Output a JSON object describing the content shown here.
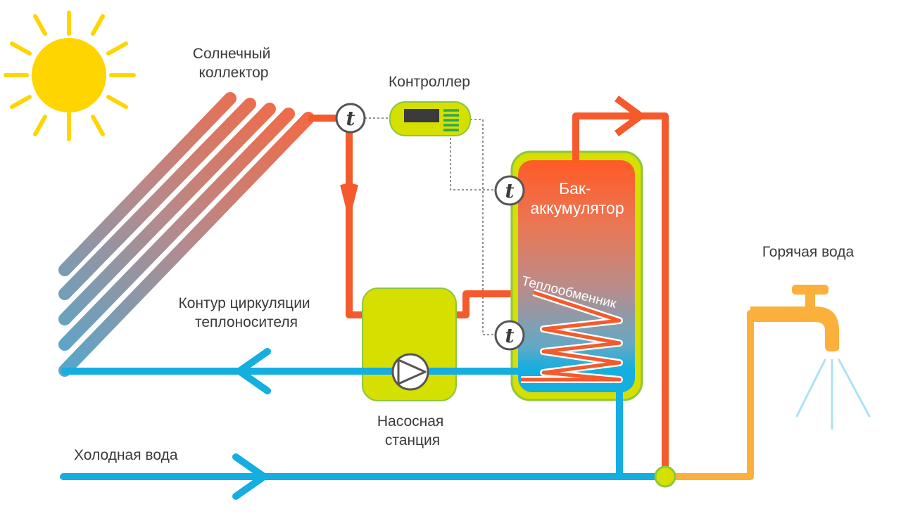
{
  "labels": {
    "solar_collector": [
      "Солнечный",
      "коллектор"
    ],
    "controller": "Контроллер",
    "tank": [
      "Бак-",
      "аккумулятор"
    ],
    "heat_exchanger": "Теплообменник",
    "circulation_loop": [
      "Контур циркуляции",
      "теплоносителя"
    ],
    "pump_station": [
      "Насосная",
      "станция"
    ],
    "cold_water": "Холодная вода",
    "hot_water": "Горячая вода"
  },
  "sensor_symbol": "t",
  "colors": {
    "sun": "#ffd500",
    "hot_pipe": "#f55a2c",
    "cold_pipe": "#14aee0",
    "hot_water_pipe": "#fbb03b",
    "lime_fill": "#d5df00",
    "lime_stroke": "#8dc63f",
    "text": "#3a3a3a"
  }
}
